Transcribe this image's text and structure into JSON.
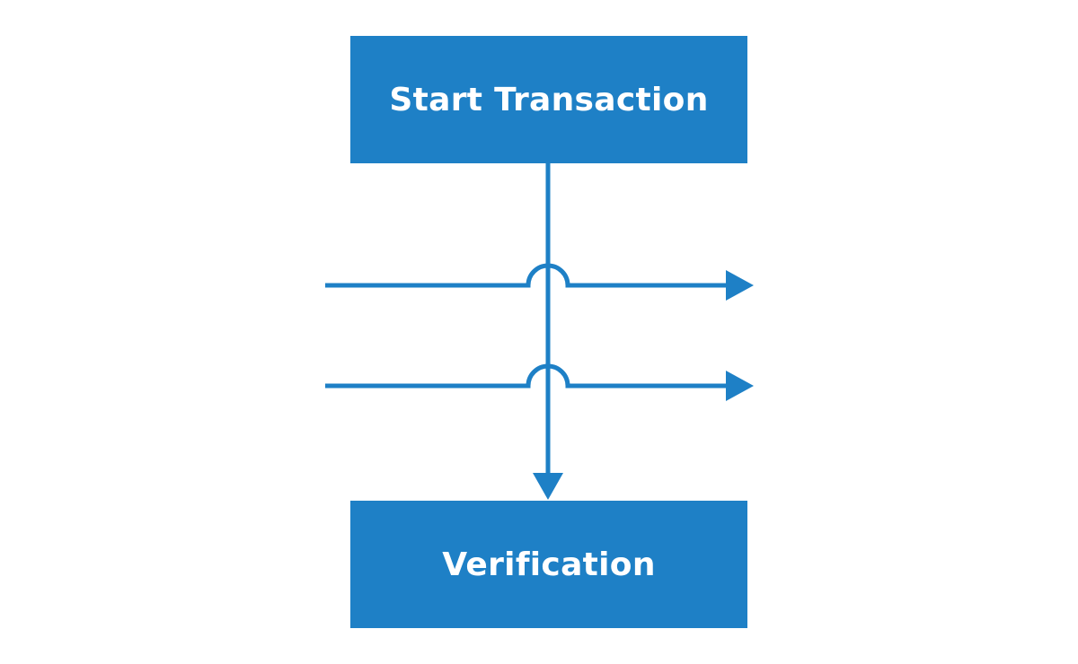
{
  "diagram": {
    "type": "flow",
    "colors": {
      "primary": "#1e80c6",
      "text": "#ffffff",
      "background": "#ffffff"
    },
    "nodes": [
      {
        "id": "start",
        "label": "Start Transaction"
      },
      {
        "id": "verify",
        "label": "Verification"
      }
    ],
    "edges": [
      {
        "from": "start",
        "to": "verify",
        "direction": "down",
        "style": "solid-arrow"
      }
    ],
    "crossing_lines": [
      {
        "direction": "left-to-right",
        "arrow": "right",
        "hops_over": "start->verify"
      },
      {
        "direction": "left-to-right",
        "arrow": "right",
        "hops_over": "start->verify"
      }
    ]
  }
}
